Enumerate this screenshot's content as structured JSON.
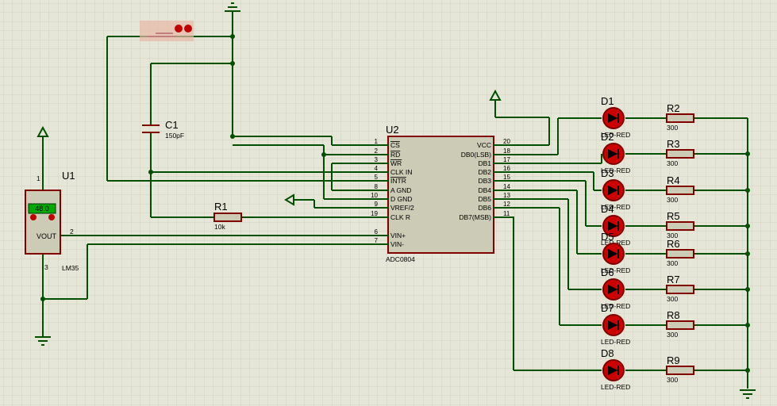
{
  "colors": {
    "background": "#e6e6d8",
    "grid": "#cfcfbf",
    "wire": "#005000",
    "component_outline": "#800000",
    "component_fill": "#cbcbb6",
    "text": "#000000",
    "led_fill": "#cc0000",
    "display_bg": "#00aa00"
  },
  "u1": {
    "ref": "U1",
    "part": "LM35",
    "pin_label": "VOUT",
    "reading": "48.0",
    "pins": [
      "1",
      "2",
      "3"
    ]
  },
  "c1": {
    "ref": "C1",
    "value": "150pF"
  },
  "r1": {
    "ref": "R1",
    "value": "10k"
  },
  "u2": {
    "ref": "U2",
    "part": "ADC0804",
    "left_pins": [
      {
        "num": "1",
        "label": "CS"
      },
      {
        "num": "2",
        "label": "RD"
      },
      {
        "num": "3",
        "label": "WR"
      },
      {
        "num": "4",
        "label": "CLK IN"
      },
      {
        "num": "5",
        "label": "INTR"
      },
      {
        "num": "8",
        "label": "A GND"
      },
      {
        "num": "10",
        "label": "D GND"
      },
      {
        "num": "9",
        "label": "VREF/2"
      },
      {
        "num": "19",
        "label": "CLK R"
      },
      {
        "num": "6",
        "label": "VIN+"
      },
      {
        "num": "7",
        "label": "VIN-"
      }
    ],
    "right_pins": [
      {
        "num": "20",
        "label": "VCC"
      },
      {
        "num": "18",
        "label": "DB0(LSB)"
      },
      {
        "num": "17",
        "label": "DB1"
      },
      {
        "num": "16",
        "label": "DB2"
      },
      {
        "num": "15",
        "label": "DB3"
      },
      {
        "num": "14",
        "label": "DB4"
      },
      {
        "num": "13",
        "label": "DB5"
      },
      {
        "num": "12",
        "label": "DB6"
      },
      {
        "num": "11",
        "label": "DB7(MSB)"
      }
    ]
  },
  "leds": [
    {
      "ref": "D1",
      "part": "LED-RED"
    },
    {
      "ref": "D2",
      "part": "LED-RED"
    },
    {
      "ref": "D3",
      "part": "LED-RED"
    },
    {
      "ref": "D4",
      "part": "LED-RED"
    },
    {
      "ref": "D5",
      "part": "LED-RED"
    },
    {
      "ref": "D6",
      "part": "LED-RED"
    },
    {
      "ref": "D7",
      "part": "LED-RED"
    },
    {
      "ref": "D8",
      "part": "LED-RED"
    }
  ],
  "resistors": [
    {
      "ref": "R2",
      "value": "300"
    },
    {
      "ref": "R3",
      "value": "300"
    },
    {
      "ref": "R4",
      "value": "300"
    },
    {
      "ref": "R5",
      "value": "300"
    },
    {
      "ref": "R6",
      "value": "300"
    },
    {
      "ref": "R7",
      "value": "300"
    },
    {
      "ref": "R8",
      "value": "300"
    },
    {
      "ref": "R9",
      "value": "300"
    }
  ]
}
